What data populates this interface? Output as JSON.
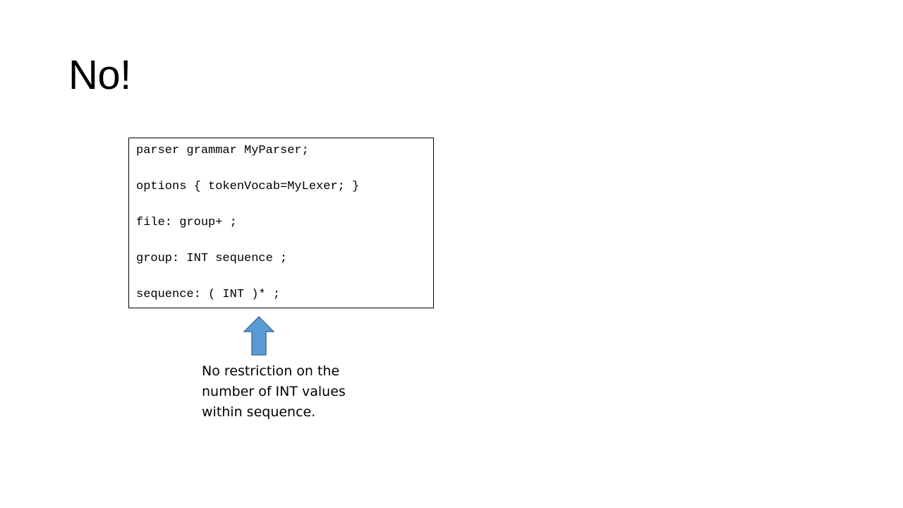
{
  "slide": {
    "title": "No!"
  },
  "code": {
    "lines": [
      "parser grammar MyParser;",
      "options { tokenVocab=MyLexer; }",
      "file: group+ ;",
      "group: INT sequence ;",
      "sequence: ( INT )* ;"
    ]
  },
  "annotation": {
    "arrow_icon": "up-arrow-icon",
    "arrow_color": "#5B9BD5",
    "arrow_border_color": "#41719C",
    "lines": [
      "No restriction on the",
      "number of INT values",
      "within sequence."
    ]
  }
}
